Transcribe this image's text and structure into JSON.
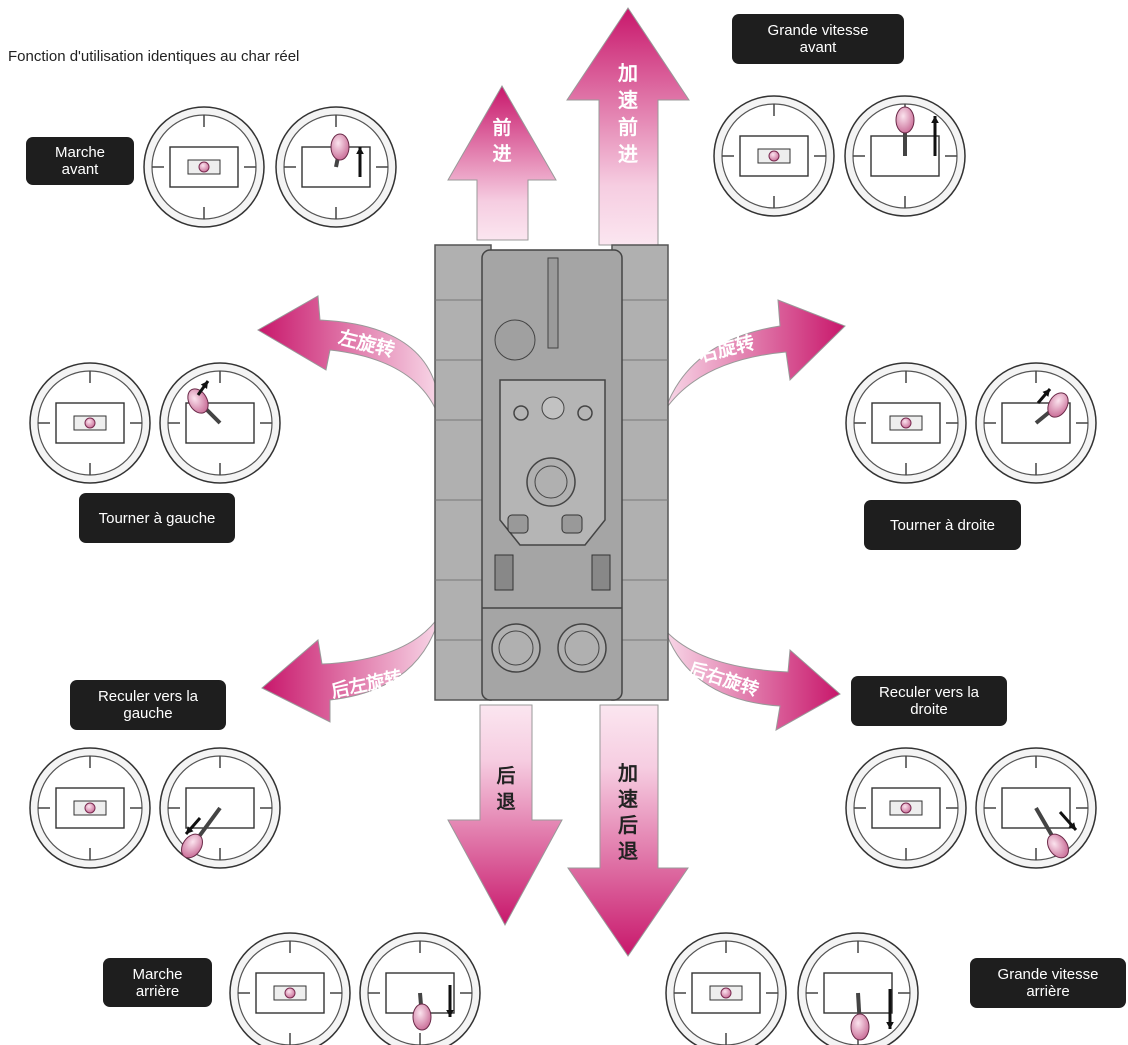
{
  "title": "Fonction d'utilisation identiques au char réel",
  "colors": {
    "arrow": "#cc1f6e",
    "arrow_light": "#f4c4dc",
    "label_bg": "#1e1e1e",
    "tank": "#a9a9a9"
  },
  "labels": {
    "forward": "Marche\navant",
    "fast_forward": "Grande vitesse\navant",
    "turn_left": "Tourner à gauche",
    "turn_right": "Tourner à droite",
    "reverse_left": "Reculer vers la\ngauche",
    "reverse_right": "Reculer vers la\ndroite",
    "reverse": "Marche\narrière",
    "fast_reverse": "Grande vitesse\narrière"
  },
  "arrows": {
    "forward": "前进",
    "fast_forward": "加速前进",
    "turn_left": "左旋转",
    "turn_right": "右旋转",
    "reverse_left": "后左旋转",
    "reverse_right": "后右旋转",
    "reverse": "后退",
    "fast_reverse": "加速后退"
  }
}
